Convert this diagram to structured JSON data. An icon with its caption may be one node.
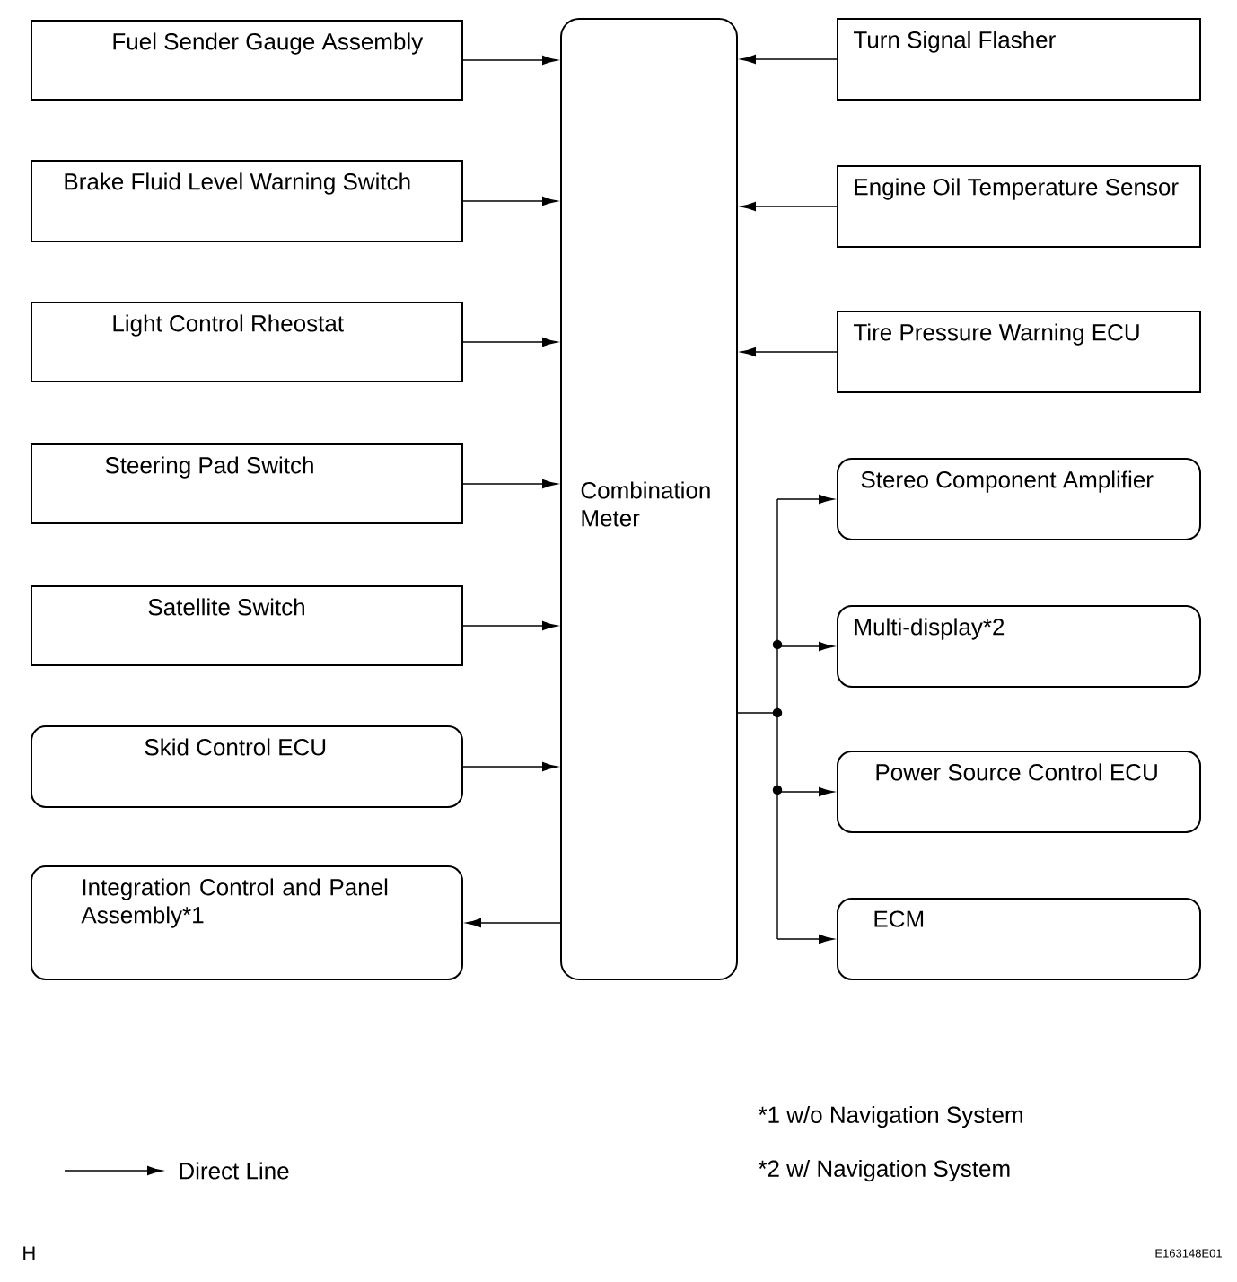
{
  "diagram": {
    "nodes": [
      {
        "text": [
          "Fuel Sender Gauge Assembly"
        ]
      },
      {
        "text": [
          "Brake Fluid Level Warning Switch"
        ]
      },
      {
        "text": [
          "Light Control Rheostat"
        ]
      },
      {
        "text": [
          "Steering Pad Switch"
        ]
      },
      {
        "text": [
          "Satellite Switch"
        ]
      },
      {
        "text": [
          "Skid Control ECU"
        ]
      },
      {
        "text": [
          "Integration Control and Panel Assembly*1"
        ]
      },
      {
        "text": [
          "Combination Meter"
        ]
      },
      {
        "text": [
          "Turn Signal Flasher"
        ]
      },
      {
        "text": [
          "Engine Oil Temperature Sensor"
        ]
      },
      {
        "text": [
          "Tire Pressure Warning ECU"
        ]
      },
      {
        "text": [
          "Stereo Component Amplifier"
        ]
      },
      {
        "text": [
          "Multi-display*2"
        ]
      },
      {
        "text": [
          "Power Source Control ECU"
        ]
      },
      {
        "text": [
          "ECM"
        ]
      }
    ],
    "edges": [
      {
        "from": 0,
        "to": 7,
        "arrow": "to"
      },
      {
        "from": 1,
        "to": 7,
        "arrow": "to"
      },
      {
        "from": 2,
        "to": 7,
        "arrow": "to"
      },
      {
        "from": 3,
        "to": 7,
        "arrow": "to"
      },
      {
        "from": 4,
        "to": 7,
        "arrow": "to"
      },
      {
        "from": 5,
        "to": 7,
        "arrow": "to"
      },
      {
        "from": 7,
        "to": 6,
        "arrow": "to"
      },
      {
        "from": 8,
        "to": 7,
        "arrow": "to"
      },
      {
        "from": 9,
        "to": 7,
        "arrow": "to"
      },
      {
        "from": 10,
        "to": 7,
        "arrow": "to"
      },
      {
        "from": 7,
        "to": 11,
        "arrow": "to"
      },
      {
        "from": 7,
        "to": 12,
        "arrow": "to"
      },
      {
        "from": 7,
        "to": 13,
        "arrow": "to"
      },
      {
        "from": 7,
        "to": 14,
        "arrow": "to"
      }
    ],
    "labels": [
      "*1 w/o Navigation System",
      "*2 w/ Navigation System",
      "H",
      "E163148E01"
    ],
    "legend": [
      {
        "text": "Direct Line"
      }
    ]
  }
}
